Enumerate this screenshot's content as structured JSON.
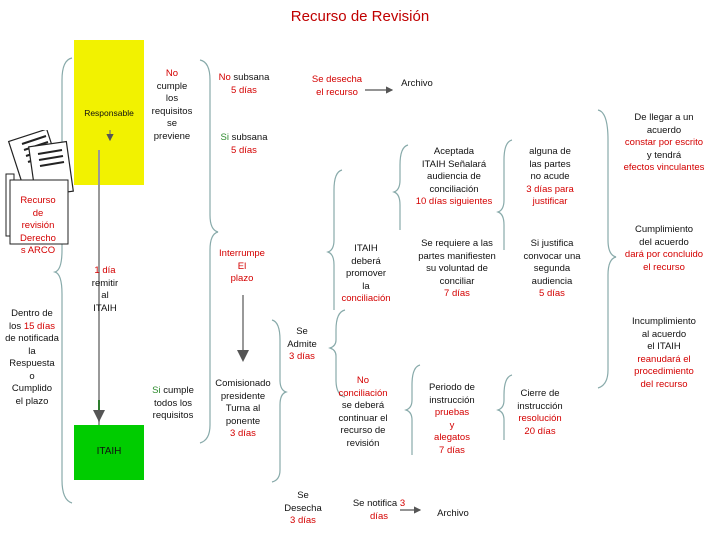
{
  "title": "Recurso de Revisión",
  "colors": {
    "title": "#c00000",
    "red": "#d40000",
    "green": "#2e8b2e",
    "yellow": "#f2f200",
    "green_box": "#00cc00",
    "gray": "#999999"
  },
  "responsable": "Responsable",
  "itaih_box": "ITAIH",
  "recurso_doc": {
    "line1": "Recurso",
    "line2": "de",
    "line3": "revisión",
    "line4": "Derecho",
    "line5": "s ARCO"
  },
  "plazo": {
    "l1": "Dentro de",
    "l2a": "los ",
    "l2b": "15 días",
    "l3": "de notificada",
    "l4": "la",
    "l5": "Respuesta",
    "l6": "o",
    "l7": "Cumplido",
    "l8": "el plazo"
  },
  "un_dia": {
    "l1": "1 día",
    "l2": "remitir",
    "l3": "al",
    "l4": "ITAIH"
  },
  "no_cumple": {
    "l1": "No",
    "l2": "cumple",
    "l3": "los",
    "l4": "requisitos",
    "l5": "se",
    "l6": "previene"
  },
  "si_cumple": {
    "l1": "Si",
    "l1b": " cumple",
    "l2": "todos los",
    "l3": "requisitos"
  },
  "no_subsana": {
    "l1a": "No",
    "l1b": " subsana",
    "l2": "5 días"
  },
  "si_subsana": {
    "l1a": "Si",
    "l1b": " subsana",
    "l2": "5 días"
  },
  "se_desecha": {
    "l1": "Se desecha",
    "l2": "el recurso"
  },
  "archivo1": "Archivo",
  "interrumpe": {
    "l1": "Interrumpe",
    "l2": "El",
    "l3": "plazo"
  },
  "comisionado": {
    "l1": "Comisionado",
    "l2": "presidente",
    "l3": "Turna al",
    "l4": "ponente",
    "l5": "3 días"
  },
  "se_admite": {
    "l1": "Se",
    "l2": "Admite",
    "l3": "3 días"
  },
  "se_desecha2": {
    "l1": "Se",
    "l2": "Desecha",
    "l3": "3 días"
  },
  "se_notifica": {
    "l1a": "Se notifica ",
    "l1b": "3",
    "l2": "días"
  },
  "archivo2": "Archivo",
  "itaih_promover": {
    "l1": "ITAIH",
    "l2": "deberá",
    "l3": "promover",
    "l4": "la",
    "l5": "conciliación"
  },
  "no_conciliacion": {
    "l1": "No",
    "l2": "conciliación",
    "l3": "se deberá",
    "l4": "continuar el",
    "l5": "recurso de",
    "l6": "revisión"
  },
  "aceptada": {
    "l1": "Aceptada",
    "l2": "ITAIH Señalará",
    "l3": "audiencia de",
    "l4": "conciliación",
    "l5": "10 días siguientes"
  },
  "se_requiere": {
    "l1": "Se requiere a las",
    "l2": "partes manifiesten",
    "l3": "su voluntad de",
    "l4": "conciliar",
    "l5": "7 días"
  },
  "periodo": {
    "l1": "Periodo de",
    "l2": "instrucción",
    "l3": "pruebas",
    "l4": "y",
    "l5": "alegatos",
    "l6": "7 días"
  },
  "alguna": {
    "l1": "alguna de",
    "l2": "las partes",
    "l3": "no acude",
    "l4": "3 días para",
    "l5": "justificar"
  },
  "si_justifica": {
    "l1": "Si justifica",
    "l2": "convocar una",
    "l3": "segunda",
    "l4": "audiencia",
    "l5": "5 días"
  },
  "cierre": {
    "l1": "Cierre de",
    "l2": "instrucción",
    "l3": "resolución",
    "l4": "20 días"
  },
  "de_llegar": {
    "l1": "De llegar a un",
    "l2": "acuerdo",
    "l3": "constar por escrito",
    "l4": "y tendrá",
    "l5": "efectos vinculantes"
  },
  "cumplimiento": {
    "l1": "Cumplimiento",
    "l2": "del acuerdo",
    "l3": "dará por concluido",
    "l4": "el recurso"
  },
  "incumplimiento": {
    "l1": "Incumplimiento",
    "l2": "al acuerdo",
    "l3": "el ITAIH",
    "l4": "reanudará el",
    "l5": "procedimiento",
    "l6": "del recurso"
  }
}
